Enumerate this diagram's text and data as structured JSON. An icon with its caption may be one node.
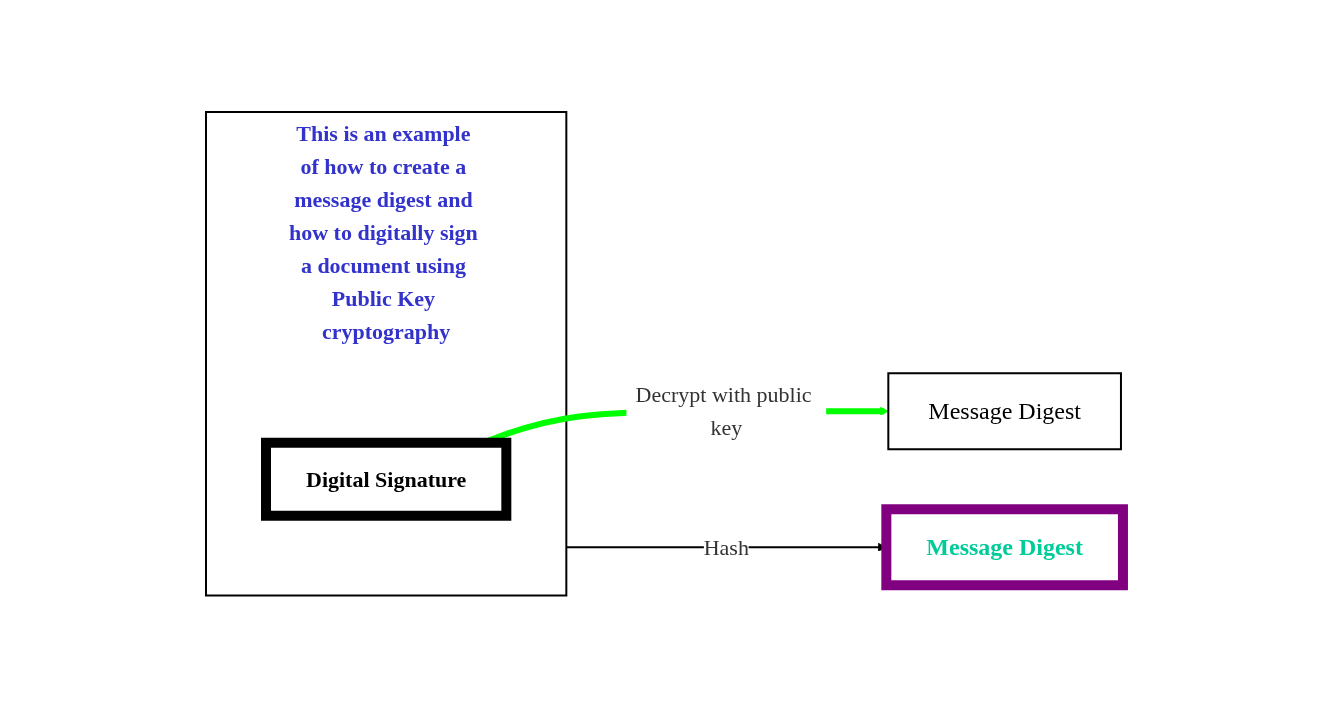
{
  "diagram": {
    "nodes": [
      {
        "text": [
          "This is an example of how to create a message digest and how to digitally sign a document using Public Key cryptography"
        ]
      },
      {
        "text": [
          "Digital Signature"
        ],
        "in": 0
      },
      {
        "text": [
          "Message Digest"
        ]
      },
      {
        "text": [
          "Message Digest"
        ]
      }
    ],
    "edges": [
      {
        "from": 0,
        "to": 2,
        "arrow": "to",
        "label": "Hash"
      },
      {
        "from": 1,
        "to": 3,
        "arrow": "to",
        "label": "Decrypt with public key",
        "style": "thick",
        "color": "#00ff00"
      }
    ]
  }
}
